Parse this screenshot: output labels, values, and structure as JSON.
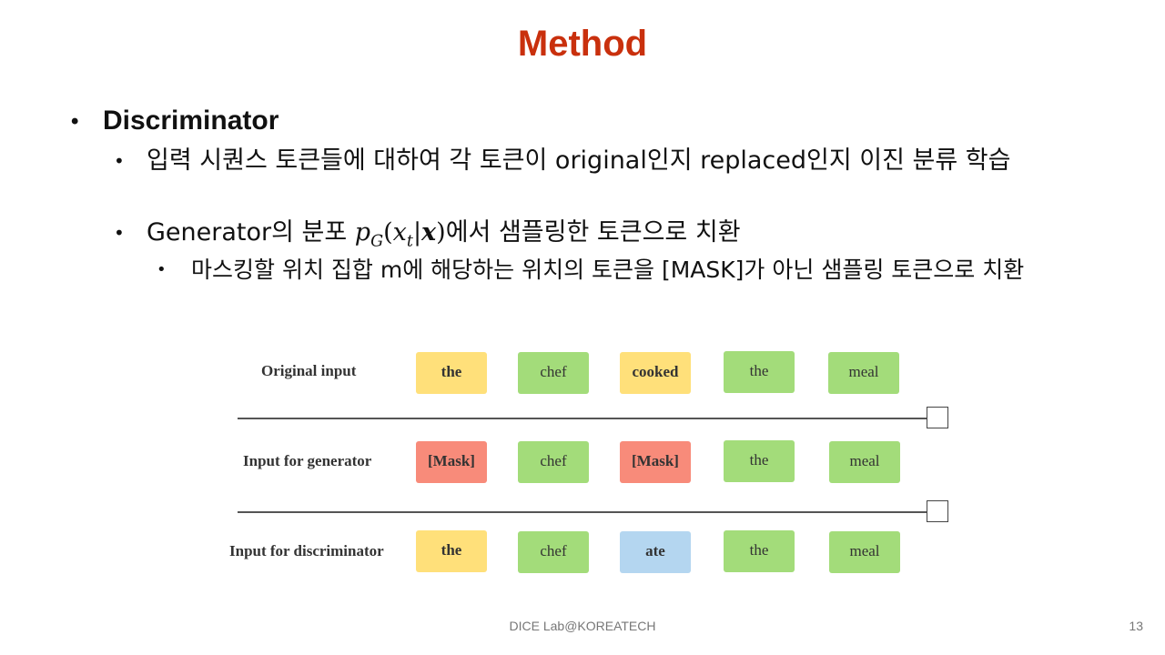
{
  "slide": {
    "title": "Method",
    "bullet1": "Discriminator",
    "bullet1_sub1": "입력 시퀀스 토큰들에 대하여 각 토큰이 original인지 replaced인지 이진 분류 학습",
    "bullet1_sub2_pre": "Generator의 분포 ",
    "bullet1_sub2_post": "에서 샘플링한 토큰으로 치환",
    "bullet1_sub2_sub1": "마스킹할 위치 집합 m에 해당하는 위치의 토큰을 [MASK]가 아닌 샘플링 토큰으로 치환"
  },
  "diagram": {
    "rows": [
      {
        "label": "Original input",
        "tokens": [
          {
            "text": "the",
            "color": "#ffe07a",
            "bold": true
          },
          {
            "text": "chef",
            "color": "#a3dc7a",
            "bold": false
          },
          {
            "text": "cooked",
            "color": "#ffe07a",
            "bold": true
          },
          {
            "text": "the",
            "color": "#a3dc7a",
            "bold": false
          },
          {
            "text": "meal",
            "color": "#a3dc7a",
            "bold": false
          }
        ]
      },
      {
        "label": "Input for generator",
        "tokens": [
          {
            "text": "[Mask]",
            "color": "#f88b7a",
            "bold": true
          },
          {
            "text": "chef",
            "color": "#a3dc7a",
            "bold": false
          },
          {
            "text": "[Mask]",
            "color": "#f88b7a",
            "bold": true
          },
          {
            "text": "the",
            "color": "#a3dc7a",
            "bold": false
          },
          {
            "text": "meal",
            "color": "#a3dc7a",
            "bold": false
          }
        ]
      },
      {
        "label": "Input for discriminator",
        "tokens": [
          {
            "text": "the",
            "color": "#ffe07a",
            "bold": true
          },
          {
            "text": "chef",
            "color": "#a3dc7a",
            "bold": false
          },
          {
            "text": "ate",
            "color": "#b4d6f0",
            "bold": true
          },
          {
            "text": "the",
            "color": "#a3dc7a",
            "bold": false
          },
          {
            "text": "meal",
            "color": "#a3dc7a",
            "bold": false
          }
        ]
      }
    ]
  },
  "footer": {
    "text": "DICE  Lab@KOREATECH",
    "page_number": "13"
  },
  "colors": {
    "title": "#c9300d",
    "yellow_token": "#ffe07a",
    "green_token": "#a3dc7a",
    "red_token": "#f88b7a",
    "blue_token": "#b4d6f0"
  }
}
